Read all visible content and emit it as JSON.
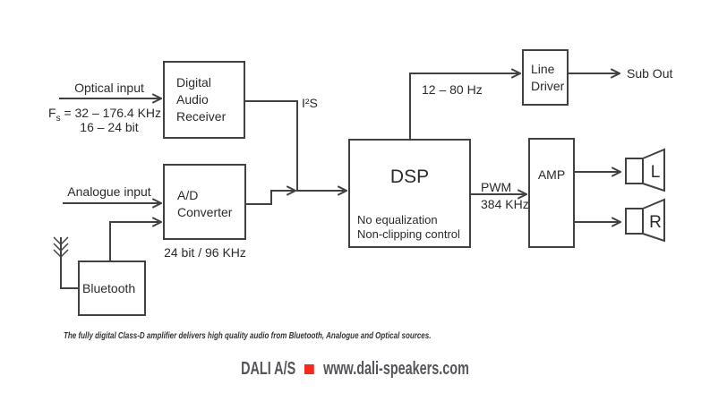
{
  "colors": {
    "wire": "#3f4143",
    "diagram_text": "#2b2b2b",
    "footer_text": "#54565b",
    "accent_red": "#f42a1d"
  },
  "blocks": {
    "digital_audio_receiver": {
      "lines": [
        "Digital",
        "Audio",
        "Receiver"
      ]
    },
    "ad_converter": {
      "lines": [
        "A/D",
        "Converter"
      ]
    },
    "bluetooth": {
      "label": "Bluetooth"
    },
    "dsp": {
      "title": "DSP",
      "notes": [
        "No equalization",
        "Non-clipping control"
      ]
    },
    "line_driver": {
      "lines": [
        "Line",
        "Driver"
      ]
    },
    "amp": {
      "label": "AMP"
    }
  },
  "labels": {
    "optical_input": "Optical input",
    "fs_base": "F",
    "fs_sub": "s",
    "fs_value": "= 32 – 176.4 KHz",
    "bit_depth": "16 – 24 bit",
    "analogue_input": "Analogue input",
    "adc_rate": "24 bit / 96 KHz",
    "i2s": "I²S",
    "sub_band": "12 – 80 Hz",
    "sub_out": "Sub Out",
    "pwm": "PWM",
    "pwm_rate": "384 KHz",
    "speaker_left": "L",
    "speaker_right": "R"
  },
  "caption": "The fully digital Class-D amplifier delivers high quality audio from Bluetooth, Analogue and Optical sources.",
  "footer": {
    "brand": "DALI A/S",
    "url": "www.dali-speakers.com"
  }
}
